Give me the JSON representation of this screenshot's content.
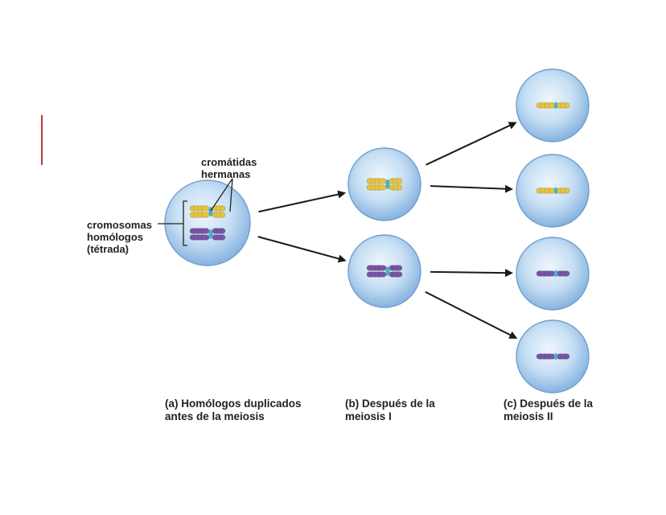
{
  "labels": {
    "sister_chromatids": "cromátidas\nhermanas",
    "homologous_chromosomes": "cromosomas\nhomólogos\n(tétrada)"
  },
  "captions": [
    {
      "id": "a",
      "text": "(a) Homólogos duplicados\nantes de la meiosis"
    },
    {
      "id": "b",
      "text": "(b) Después de la\nmeiosis I"
    },
    {
      "id": "c",
      "text": "(c) Después de la\nmeiosis II"
    }
  ],
  "colors": {
    "accent": "#c0392b",
    "cell_fill": "#bcd8f2",
    "cell_rim": "#6f9fd0",
    "chromosome_yellow": "#e8c53a",
    "chromosome_purple": "#7a55a8",
    "centromere": "#4ab0c8",
    "arrow": "#1a1a1a"
  },
  "cells": [
    {
      "id": "a",
      "stage": "before-meiosis",
      "chromosomes": [
        "yellow-duplicated",
        "purple-duplicated"
      ]
    },
    {
      "id": "b1",
      "stage": "after-meiosis-1",
      "chromosomes": [
        "yellow-duplicated"
      ]
    },
    {
      "id": "b2",
      "stage": "after-meiosis-1",
      "chromosomes": [
        "purple-duplicated"
      ]
    },
    {
      "id": "c1",
      "stage": "after-meiosis-2",
      "chromosomes": [
        "yellow-single"
      ]
    },
    {
      "id": "c2",
      "stage": "after-meiosis-2",
      "chromosomes": [
        "yellow-single"
      ]
    },
    {
      "id": "c3",
      "stage": "after-meiosis-2",
      "chromosomes": [
        "purple-single"
      ]
    },
    {
      "id": "c4",
      "stage": "after-meiosis-2",
      "chromosomes": [
        "purple-single"
      ]
    }
  ],
  "arrows": [
    {
      "from": "a",
      "to": "b1"
    },
    {
      "from": "a",
      "to": "b2"
    },
    {
      "from": "b1",
      "to": "c1"
    },
    {
      "from": "b1",
      "to": "c2"
    },
    {
      "from": "b2",
      "to": "c3"
    },
    {
      "from": "b2",
      "to": "c4"
    }
  ]
}
